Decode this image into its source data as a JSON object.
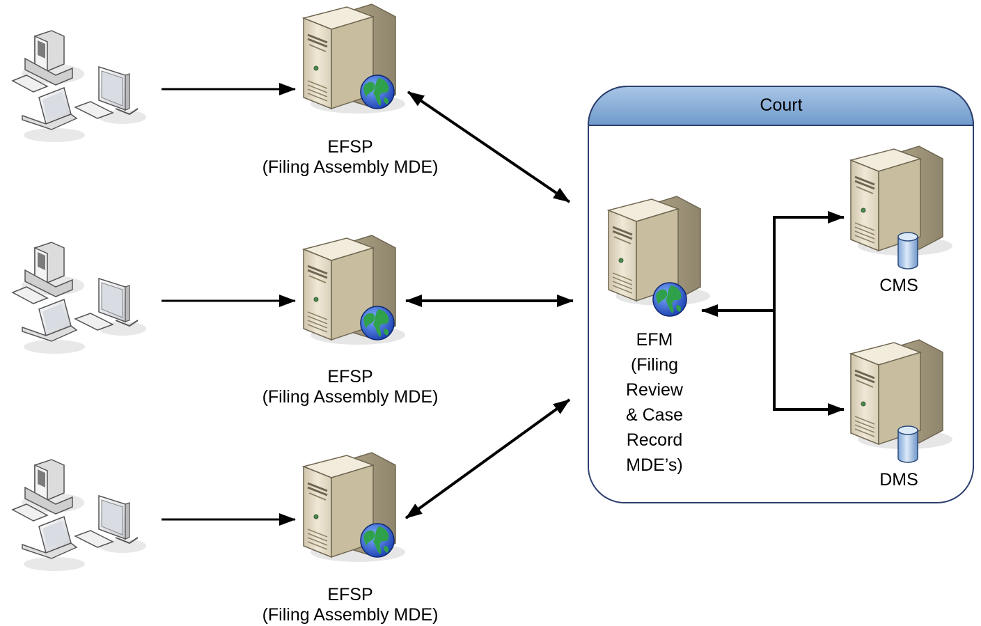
{
  "efsp_nodes": [
    {
      "name": "EFSP",
      "sublabel": "(Filing Assembly MDE)"
    },
    {
      "name": "EFSP",
      "sublabel": "(Filing Assembly MDE)"
    },
    {
      "name": "EFSP",
      "sublabel": "(Filing Assembly MDE)"
    }
  ],
  "court": {
    "title": "Court",
    "efm": {
      "lines": [
        "EFM",
        "(Filing",
        "Review",
        "& Case",
        "Record",
        "MDE’s)"
      ]
    },
    "cms": {
      "label": "CMS"
    },
    "dms": {
      "label": "DMS"
    }
  },
  "colors": {
    "court_header": "#8db4dc",
    "court_border": "#2d3f6e",
    "server_body": "#e4dcc8",
    "connector": "#000000"
  }
}
